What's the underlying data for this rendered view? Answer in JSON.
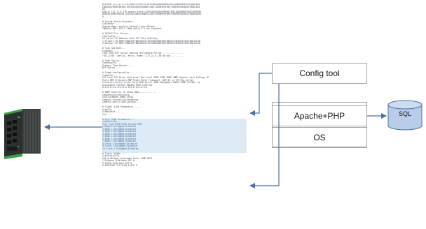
{
  "config_doc": {
    "lines": [
      "private.172.22.9.170.nsauth.nsPriv.AFP4203A003E008EE1DEC1D8D09E0F8947480F6DE",
      "E8D3D5876EBD16D108.AF942043D02E040BE13DEC1D8909E0F8947480F6DE8D3D5876EBD18D1",
      "D8",
      "public.172.22.9.170.nsauth.nsPriv.AFP42043A0D2E0B0E013DEC1D8D09E0F8947480F6DE",
      "8D3D5876EBD16D108.AF942043A0D2E0B0E0130EC1D8909E0F8947480F6DE8D3D5876EBD18D1D",
      "8",
      "",
      "# System Identification...",
      "sysIdentm.....",
      "System Name Location Contact Login Banner..",
      "TN05016 8891-F59-F-2009.400 ULI.0 Gas.Standard.",
      "",
      "# TACACS Plus Server...",
      "tacPlusCfg....",
      "ID Server IP Address Auth TCP Port Auth Key.",
      "1.Primary.49.0B9F738D443FF0BF8D94174AFF8D69BD550E189E04378ED82FC5A87D5D1E188.",
      "2.Backup..49.0B9F738D443FF8BF0D941F4AFF8D69BD550E189E0A378ED82FC5A87D5D1E188.",
      "",
      "# Time and Date...",
      "timeDate...",
      "Time Zone NTP Server Address NTP Update Period.................",
      "\"UTC+1:00  (Berlin, Paris, Rome)\".172.22.9.140.60.min..........",
      "",
      "# Time Source...",
      "timeSyncSrc....",
      "Primary Time Source.....",
      "NTP Server....",
      "",
      "# Frame Configuration...........",
      "frameCfg...",
      "STP Lock STP Ports Link Level Mac Level IGMP IGMP SNMP SNMP Address Port IpFlags IP",
      "Ports.MMP Protocols.MMP Photo Ports Transport (UDP)IP or TCP/SSL Serial",
      "Protocols.Serial Proto Ports.MLD Server SNMP Managment 00815 SNMP SerMLD, Ip",
      "Assignment TACPLUS RADIUS PEER InterVAL",
      "0.0.0.0.0.0.0.0.0.0.0.0.0.0.0.0.0.8",
      "",
      "# SNMP Security to Group Maps.............",
      "snmpSecurityToGroupTg....",
      "SecurityModel Name Group..",
      "snmpV2c.private.privategroup..",
      "snmpV2c.public.publicgroup..",
      "",
      "# Global VLAN Parameters.......",
      "vlanCfg...",
      "VLANenable.......",
      "Yes.....",
      "",
      "# Port VLAN Parameters....",
      "vlanPortCfg...",
      "Port Type PVID PVID Forced GVRP",
      "1.Edge.1.Untagged.Disabled",
      "2.Edge.1.Untagged.Disabled",
      "3.Edge.1.Untagged.Disabled",
      "4.Edge.1.Untagged.Disabled",
      "5.Edge.1.Untagged.Disabled",
      "6.Edge.1.Untagged.Disabled",
      "7.Edge.1.Untagged.Disabled",
      "8.Trunk.1.Untagged.Disabled",
      "9.Trunk.1.Untagged.Disabled",
      "10.Trunk.1.Untagged.Disabled",
      "",
      "# Static VLANs....",
      "vlanStaticCfg....",
      "VID.VLAN Name Forbidden Ports IGMP MSTI",
      "1.D*Based VLAN.None.OFF.0",
      "5.SVESE.VLAN.None.OFF.0",
      "9.PROFINET I/O.VLAN.0.OFF.0"
    ],
    "highlight_range": [
      47,
      60
    ]
  },
  "stack": {
    "config_tool": "Config tool",
    "apache_php": "Apache+PHP",
    "os": "OS"
  },
  "database": {
    "label": "SQL"
  },
  "colors": {
    "arrow": "#4a6fa5",
    "box_border": "#a6a6a6",
    "sql_fill": "#b7cde9",
    "sql_stroke": "#4a6fa5",
    "highlight_bg": "#dcebf6",
    "device_body": "#2b2f2d",
    "device_accent": "#3aa142"
  }
}
